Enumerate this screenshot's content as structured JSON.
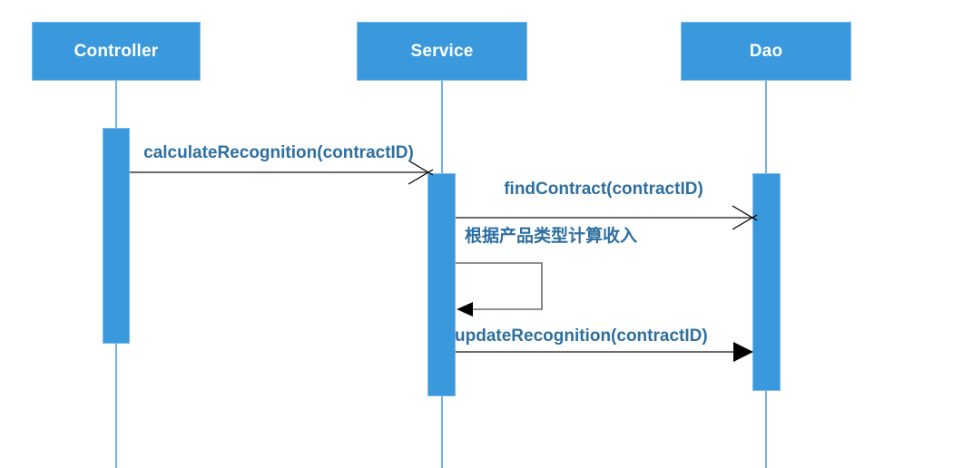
{
  "diagram": {
    "type": "uml-sequence",
    "actors": [
      {
        "name": "Controller"
      },
      {
        "name": "Service"
      },
      {
        "name": "Dao"
      }
    ],
    "messages": [
      {
        "label": "calculateRecognition(contractID)",
        "from": "Controller",
        "to": "Service",
        "arrow": "open"
      },
      {
        "label": "findContract(contractID)",
        "from": "Service",
        "to": "Dao",
        "arrow": "open"
      },
      {
        "label": "根据产品类型计算收入",
        "from": "Service",
        "to": "Service",
        "arrow": "filled",
        "self_message": true
      },
      {
        "label": "updateRecognition(contractID)",
        "from": "Service",
        "to": "Dao",
        "arrow": "filled"
      }
    ],
    "colors": {
      "actor_fill": "#3999DC",
      "actor_text": "#FFFFFF",
      "lifeline": "#6FB1E4",
      "message_line": "#6B6B6B",
      "label_text": "#2E6FA0",
      "arrowhead": "#000000",
      "background": "#FFFFFF"
    }
  }
}
